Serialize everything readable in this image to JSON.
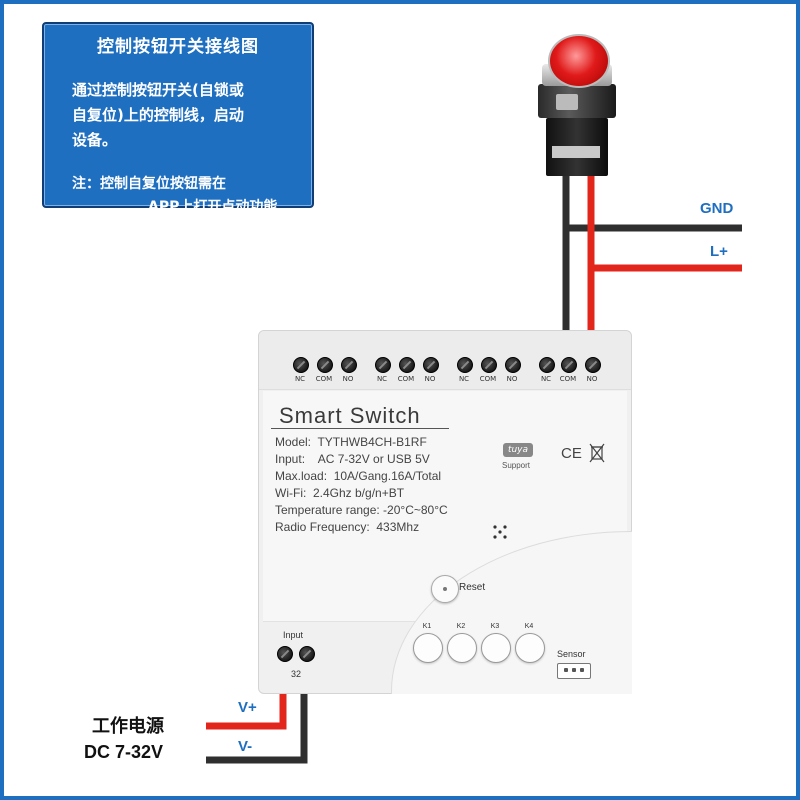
{
  "info_box": {
    "title": "控制按钮开关接线图",
    "desc_line1": "通过控制按钮开关(自锁或",
    "desc_line2": "自复位)上的控制线，启动",
    "desc_line3": "设备。",
    "note_line1": "注：控制自复位按钮需在",
    "note_line2": "APP上打开点动功能"
  },
  "wires": {
    "gnd_label": "GND",
    "lplus_label": "L+",
    "vplus_label": "V+",
    "vminus_label": "V-",
    "red_color": "#e3261c",
    "black_color": "#2f2f2f"
  },
  "power": {
    "line1": "工作电源",
    "line2": "DC 7-32V"
  },
  "device": {
    "terminals": [
      {
        "labels": [
          "NC",
          "COM",
          "NO"
        ]
      },
      {
        "labels": [
          "NC",
          "COM",
          "NO"
        ]
      },
      {
        "labels": [
          "NC",
          "COM",
          "NO"
        ]
      },
      {
        "labels": [
          "NC",
          "COM",
          "NO"
        ]
      }
    ],
    "title": "Smart  Switch",
    "specs": [
      "Model:  TYTHWB4CH-B1RF",
      "Input:    AC 7-32V or USB 5V",
      "Max.load:  10A/Gang.16A/Total",
      "Wi-Fi:  2.4Ghz b/g/n+BT",
      "Temperature range: -20°C~80°C",
      "Radio Frequency:  433Mhz"
    ],
    "tuya_logo": "tuya",
    "tuya_support": "Support",
    "ce_mark": "CE",
    "reset_label": "Reset",
    "keys": [
      "K1",
      "K2",
      "K3",
      "K4"
    ],
    "sensor_label": "Sensor",
    "input_label": "Input",
    "input_voltage": "32"
  },
  "icons": {
    "push_button": "push-button-icon",
    "weee": "weee-icon",
    "infrared": "ir-sensor-icon"
  }
}
